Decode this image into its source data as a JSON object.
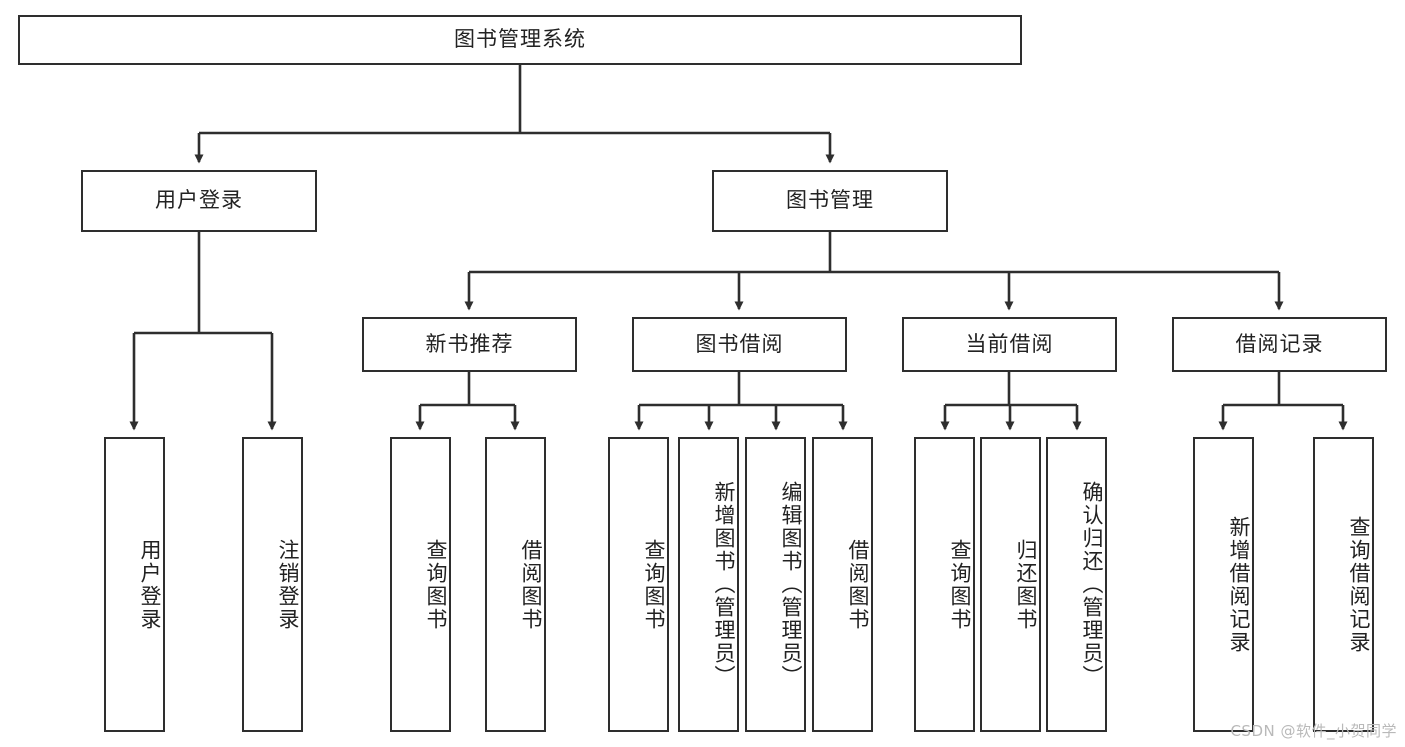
{
  "diagram": {
    "title": "图书管理系统",
    "type": "tree-hierarchy-chart",
    "colors": {
      "box_border": "#2e2e2e",
      "box_fill": "#ffffff",
      "connector": "#2e2e2e",
      "text": "#222222",
      "watermark": "#b9b9b9",
      "background": "#ffffff"
    },
    "root": {
      "label": "图书管理系统"
    },
    "level2": [
      {
        "label": "用户登录"
      },
      {
        "label": "图书管理"
      }
    ],
    "level3": [
      {
        "label": "新书推荐"
      },
      {
        "label": "图书借阅"
      },
      {
        "label": "当前借阅"
      },
      {
        "label": "借阅记录"
      }
    ],
    "leaves": {
      "user_login": [
        {
          "label": "用户登录"
        },
        {
          "label": "注销登录"
        }
      ],
      "new_book_recommend": [
        {
          "label": "查询图书"
        },
        {
          "label": "借阅图书"
        }
      ],
      "book_borrow": [
        {
          "label": "查询图书"
        },
        {
          "label": "新增图书（管理员）"
        },
        {
          "label": "编辑图书（管理员）"
        },
        {
          "label": "借阅图书"
        }
      ],
      "current_borrow": [
        {
          "label": "查询图书"
        },
        {
          "label": "归还图书"
        },
        {
          "label": "确认归还（管理员）"
        }
      ],
      "borrow_record": [
        {
          "label": "新增借阅记录"
        },
        {
          "label": "查询借阅记录"
        }
      ]
    }
  },
  "watermark": {
    "text": "CSDN @软件_小贺同学"
  }
}
